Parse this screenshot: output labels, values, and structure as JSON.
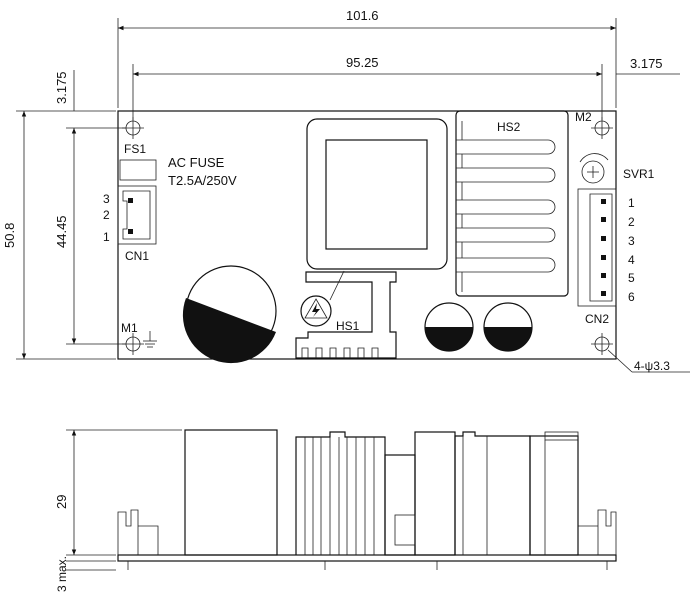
{
  "dimensions": {
    "overall_width": "101.6",
    "hole_spacing_width": "95.25",
    "right_edge_offset": "3.175",
    "top_edge_offset": "3.175",
    "overall_height": "50.8",
    "hole_spacing_height": "44.45",
    "side_height": "29",
    "pin_length": "3 max.",
    "hole_spec": "4-ψ3.3"
  },
  "labels": {
    "fuse_ref": "FS1",
    "fuse_name": "AC FUSE",
    "fuse_rating": "T2.5A/250V",
    "input_connector": "CN1",
    "input_pins": [
      "3",
      "2",
      "1"
    ],
    "mount_m1": "M1",
    "mount_m2": "M2",
    "heatsink_1": "HS1",
    "heatsink_2": "HS2",
    "trimmer": "SVR1",
    "output_connector": "CN2",
    "output_pins": [
      "1",
      "2",
      "3",
      "4",
      "5",
      "6"
    ]
  }
}
